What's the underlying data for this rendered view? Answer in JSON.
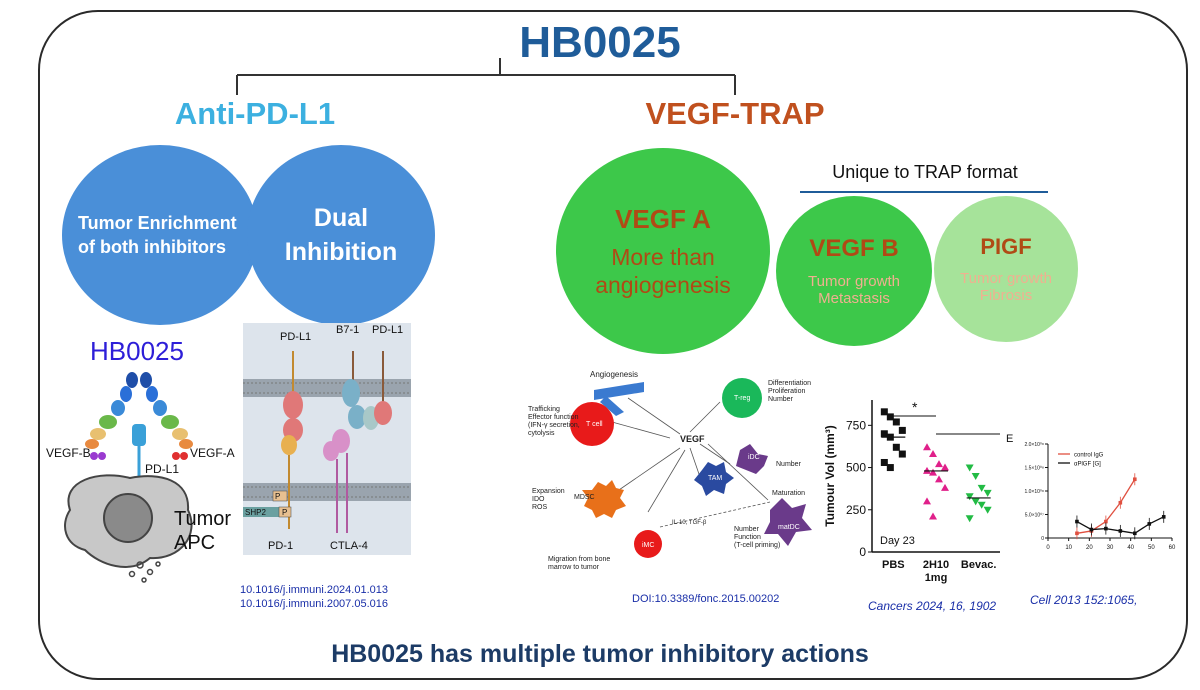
{
  "title": "HB0025",
  "branches": {
    "left": "Anti-PD-L1",
    "right": "VEGF-TRAP"
  },
  "left_circles": {
    "c1": "Tumor Enrichment of both inhibitors",
    "c2": "Dual Inhibition"
  },
  "right_section": {
    "unique_label": "Unique to TRAP format",
    "vegfa": {
      "title": "VEGF A",
      "body": "More than angiogenesis"
    },
    "vegfb": {
      "title": "VEGF B",
      "body1": "Tumor growth",
      "body2": "Metastasis"
    },
    "pigf": {
      "title": "PIGF",
      "body1": "Tumor growth",
      "body2": "Fibrosis"
    }
  },
  "antibody": {
    "label": "HB0025",
    "vegf_b": "VEGF-B",
    "vegf_a": "VEGF-A",
    "pd_l1": "PD-L1",
    "tumor": "Tumor",
    "apc": "APC"
  },
  "membrane": {
    "pd_l1_left": "PD-L1",
    "b7_1": "B7-1",
    "pd_l1_right": "PD-L1",
    "pd_1": "PD-1",
    "ctla_4": "CTLA-4",
    "shp2": "SHP2",
    "p": "P"
  },
  "refs": {
    "left1": "10.1016/j.immuni.2024.01.013",
    "left2": "10.1016/j.immuni.2007.05.016",
    "doi": "DOI:10.3389/fonc.2015.00202",
    "cancers": "Cancers 2024, 16, 1902",
    "cell": "Cell 2013 152:1065,"
  },
  "vegf_network": {
    "center": "VEGF",
    "angiogenesis": "Angiogenesis",
    "tcell": "T cell",
    "treg": "T-reg",
    "mdsc": "MDSC",
    "tam": "TAM",
    "idc": "iDC",
    "matdc": "matDC",
    "imc": "iMC",
    "maturation": "Maturation",
    "number": "Number",
    "il10": "IL-10, TGF-β",
    "tcell_notes": [
      "Trafficking",
      "Effector function",
      "(IFN-γ secretion,",
      "cytolysis"
    ],
    "treg_notes": [
      "Differentiation",
      "Proliferation",
      "Number"
    ],
    "mdsc_notes": [
      "Expansion",
      "IDO",
      "ROS"
    ],
    "imc_notes": [
      "Migration from bone",
      "marrow to tumor"
    ],
    "matdc_notes": [
      "Number",
      "Function",
      "(T-cell priming)"
    ]
  },
  "chart_data": [
    {
      "type": "scatter",
      "title": "",
      "ylabel": "Tumour Vol (mm³)",
      "xlabel": "",
      "categories": [
        "PBS",
        "2H10 1mg",
        "Bevac."
      ],
      "ylim": [
        0,
        900
      ],
      "yticks": [
        0,
        250,
        500,
        750
      ],
      "annotation": "Day 23",
      "significance": "*",
      "series": [
        {
          "name": "PBS",
          "marker": "square",
          "color": "#111111",
          "values": [
            830,
            800,
            770,
            720,
            700,
            680,
            620,
            580,
            530,
            500
          ]
        },
        {
          "name": "2H10 1mg",
          "marker": "triangle-up",
          "color": "#e0208a",
          "values": [
            620,
            580,
            520,
            500,
            480,
            470,
            430,
            380,
            300,
            210
          ]
        },
        {
          "name": "Bevac.",
          "marker": "triangle-down",
          "color": "#22bb44",
          "values": [
            500,
            450,
            380,
            350,
            330,
            300,
            280,
            250,
            200
          ]
        }
      ],
      "means": [
        680,
        480,
        320
      ]
    },
    {
      "type": "line",
      "title": "",
      "panel_label": "E",
      "x": [
        14,
        21,
        28,
        35,
        42,
        56
      ],
      "xlim": [
        0,
        60
      ],
      "xticks": [
        0,
        10,
        20,
        30,
        40,
        50,
        60
      ],
      "ylim": [
        0,
        2.0
      ],
      "ytick_labels": [
        "0",
        "5.0×10⁰⁷",
        "1.0×10⁰⁸",
        "1.5×10⁰⁸",
        "2.0×10⁰⁸"
      ],
      "series": [
        {
          "name": "control IgG",
          "color": "#e05040",
          "x": [
            14,
            21,
            28,
            35,
            42
          ],
          "values": [
            0.1,
            0.15,
            0.35,
            0.75,
            1.25
          ]
        },
        {
          "name": "αPlGF [G]",
          "color": "#111111",
          "x": [
            14,
            21,
            28,
            35,
            42,
            49,
            56
          ],
          "values": [
            0.35,
            0.18,
            0.2,
            0.15,
            0.1,
            0.3,
            0.45
          ]
        }
      ]
    }
  ],
  "footer": "HB0025 has multiple tumor inhibitory actions",
  "colors": {
    "title": "#1f5c99",
    "anti_pdl1": "#3cb0e0",
    "vegf_trap": "#c0501e",
    "blue_circle": "#4a8fd8",
    "green_circle": "#3dc84a",
    "light_green_circle": "#a6e39a",
    "footer": "#1c3b66"
  }
}
